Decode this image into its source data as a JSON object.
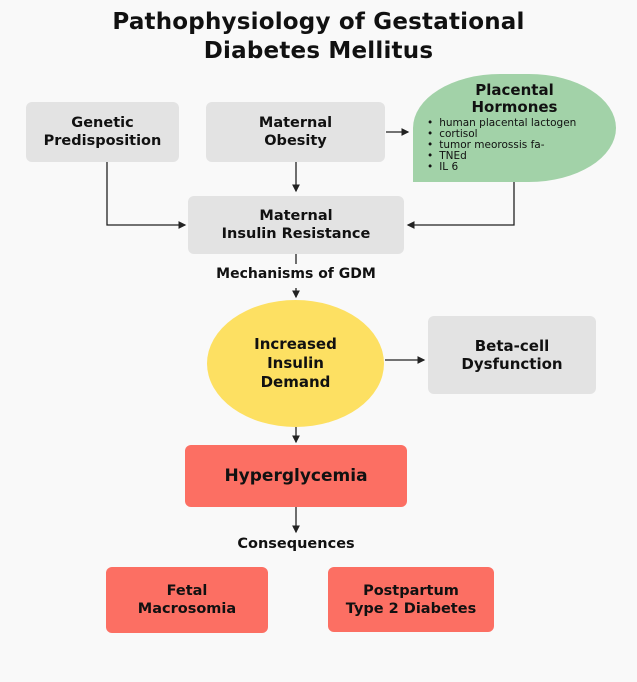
{
  "title": {
    "line1": "Pathophysiology of Gestational",
    "line2": "Diabetes Mellitus"
  },
  "nodes": {
    "genetic_predisposition": {
      "line1": "Genetic",
      "line2": "Predisposition"
    },
    "maternal_obesity": {
      "line1": "Maternal",
      "line2": "Obesity"
    },
    "placental_hormones": {
      "line1": "Placental",
      "line2": "Hormones",
      "items": [
        "human placental lactogen",
        "cortisol",
        "tumor meorossis fa-",
        "TNEd",
        "IL 6"
      ]
    },
    "insulin_resistance": {
      "line1": "Maternal",
      "line2": "Insulin Resistance"
    },
    "mechanisms_label": "Mechanisms of GDM",
    "increased_insulin_demand": {
      "line1": "Increased",
      "line2": "Insulin",
      "line3": "Demand"
    },
    "beta_cell_dysfunction": {
      "line1": "Beta-cell",
      "line2": "Dysfunction"
    },
    "hyperglycemia": "Hyperglycemia",
    "consequences_label": "Consequences",
    "fetal_macrosomia": {
      "line1": "Fetal",
      "line2": "Macrosomia"
    },
    "postpartum_t2d": {
      "line1": "Postpartum",
      "line2": "Type 2 Diabetes"
    }
  },
  "colors": {
    "background": "#f9f9f9",
    "gray_box": "#e3e3e3",
    "green_shape": "#a2d2a8",
    "yellow_ellipse": "#fde062",
    "red_box": "#fc6f63"
  }
}
